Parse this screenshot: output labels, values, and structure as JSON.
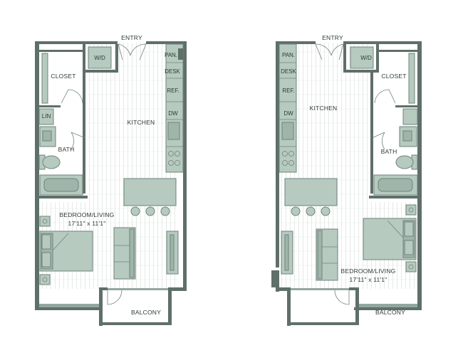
{
  "colors": {
    "wall": "#5f6f69",
    "fixture": "#b6cabf",
    "floor_line": "#cfd9d4",
    "background": "#ffffff"
  },
  "labels": {
    "entry": "ENTRY",
    "wd": "W/D",
    "closet": "CLOSET",
    "lin": "LIN",
    "bath": "BATH",
    "pan": "PAN.",
    "desk": "DESK",
    "ref": "REF.",
    "dw": "DW",
    "kitchen": "KITCHEN",
    "bedroom_living": "BEDROOM/LIVING",
    "dimensions": "17'11\" x 11'1\"",
    "balcony": "BALCONY"
  }
}
